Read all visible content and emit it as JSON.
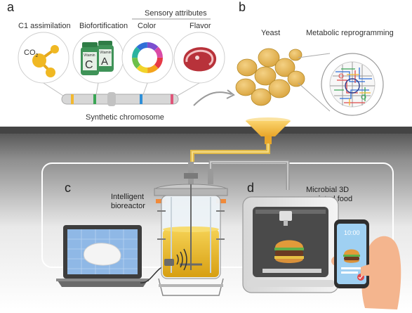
{
  "panels": {
    "a": {
      "letter": "a",
      "labels": {
        "c1": "C1 assimilation",
        "biofort": "Biofortification",
        "sensory": "Sensory attributes",
        "color": "Color",
        "flavor": "Flavor",
        "chromosome": "Synthetic chromosome"
      },
      "co2_base": "CO",
      "co2_sub": "2",
      "vitamin_c_text": "Vitamin",
      "vitamin_c_letter": "C",
      "vitamin_a_text": "Vitamin",
      "vitamin_a_letter": "A"
    },
    "b": {
      "letter": "b",
      "labels": {
        "yeast": "Yeast",
        "metabolic": "Metabolic reprogramming"
      }
    },
    "c": {
      "letter": "c",
      "labels": {
        "bioreactor_line1": "Intelligent",
        "bioreactor_line2": "bioreactor"
      }
    },
    "d": {
      "letter": "d",
      "labels": {
        "printed_line1": "Microbial 3D",
        "printed_line2": "printed food"
      },
      "phone_time": "10:00"
    }
  },
  "colors": {
    "chromosome_band_yellow": "#f2b830",
    "chromosome_band_green": "#3aa655",
    "chromosome_band_blue": "#2f8fd8",
    "chromosome_band_pink": "#e0567a",
    "yeast": "#e7b955",
    "broth": "#e6b824",
    "funnel": "#f7c24a",
    "background_band": "#5b5b5b"
  },
  "icons": [
    "co2-molecule-icon",
    "vitamin-bottles-icon",
    "color-wheel-icon",
    "meat-steak-icon",
    "laptop-icon",
    "hamburger-icon",
    "smartphone-icon",
    "hand-icon",
    "sound-wave-icon"
  ]
}
